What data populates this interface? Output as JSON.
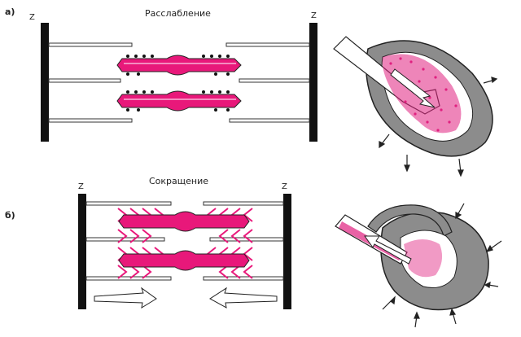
{
  "panels": {
    "a": {
      "letter": "а)",
      "caption": "Расслабление",
      "z_left": "Z",
      "z_right": "Z"
    },
    "b": {
      "letter": "б)",
      "caption": "Сокращение",
      "z_left": "Z",
      "z_right": "Z"
    }
  },
  "colors": {
    "myosin": "#e8187a",
    "myosin_light": "#f48cbf",
    "z_band": "#111111",
    "heart_wall": "#8c8c8c",
    "heart_outline": "#222222",
    "blood": "#e0207f"
  }
}
